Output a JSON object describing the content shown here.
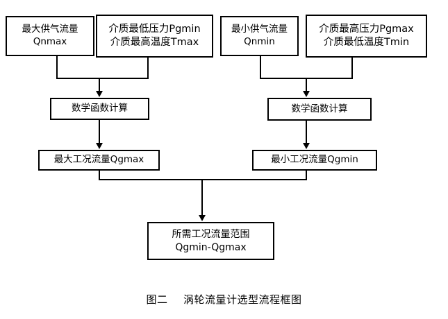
{
  "figure": {
    "caption_label": "图二",
    "caption_title": "涡轮流量计选型流程框图"
  },
  "nodes": {
    "qnmax": {
      "line1": "最大供气流量",
      "line2": "Qnmax"
    },
    "pgmin_tmax": {
      "line1": "介质最低压力Pgmin",
      "line2": "介质最高温度Tmax"
    },
    "qnmin": {
      "line1": "最小供气流量",
      "line2": "Qnmin"
    },
    "pgmax_tmin": {
      "line1": "介质最高压力Pgmax",
      "line2": "介质最低温度Tmin"
    },
    "calc_left": {
      "line1": "数学函数计算"
    },
    "calc_right": {
      "line1": "数学函数计算"
    },
    "qgmax": {
      "line1": "最大工况流量Qgmax"
    },
    "qgmin": {
      "line1": "最小工况流量Qgmin"
    },
    "range": {
      "line1": "所需工况流量范围",
      "line2": "Qgmin-Qgmax"
    }
  },
  "chart_data": {
    "type": "diagram",
    "title": "涡轮流量计选型流程框图",
    "diagram_kind": "flowchart",
    "orientation": "top-to-bottom",
    "stroke_color": "#000000",
    "background_color": "#ffffff",
    "nodes": [
      {
        "id": "qnmax",
        "text": "最大供气流量 Qnmax",
        "row": 1,
        "column": "left"
      },
      {
        "id": "pgmin_tmax",
        "text": "介质最低压力Pgmin 介质最高温度Tmax",
        "row": 1,
        "column": "left"
      },
      {
        "id": "qnmin",
        "text": "最小供气流量 Qnmin",
        "row": 1,
        "column": "right"
      },
      {
        "id": "pgmax_tmin",
        "text": "介质最高压力Pgmax 介质最低温度Tmin",
        "row": 1,
        "column": "right"
      },
      {
        "id": "calc_left",
        "text": "数学函数计算",
        "row": 2,
        "column": "left"
      },
      {
        "id": "calc_right",
        "text": "数学函数计算",
        "row": 2,
        "column": "right"
      },
      {
        "id": "qgmax",
        "text": "最大工况流量Qgmax",
        "row": 3,
        "column": "left"
      },
      {
        "id": "qgmin",
        "text": "最小工况流量Qgmin",
        "row": 3,
        "column": "right"
      },
      {
        "id": "range",
        "text": "所需工况流量范围 Qgmin-Qgmax",
        "row": 4,
        "column": "center"
      }
    ],
    "edges": [
      {
        "from": [
          "qnmax",
          "pgmin_tmax"
        ],
        "to": "calc_left",
        "style": "merge-arrow"
      },
      {
        "from": [
          "qnmin",
          "pgmax_tmin"
        ],
        "to": "calc_right",
        "style": "merge-arrow"
      },
      {
        "from": [
          "calc_left"
        ],
        "to": "qgmax",
        "style": "arrow"
      },
      {
        "from": [
          "calc_right"
        ],
        "to": "qgmin",
        "style": "arrow"
      },
      {
        "from": [
          "qgmax",
          "qgmin"
        ],
        "to": "range",
        "style": "merge-arrow"
      }
    ]
  }
}
